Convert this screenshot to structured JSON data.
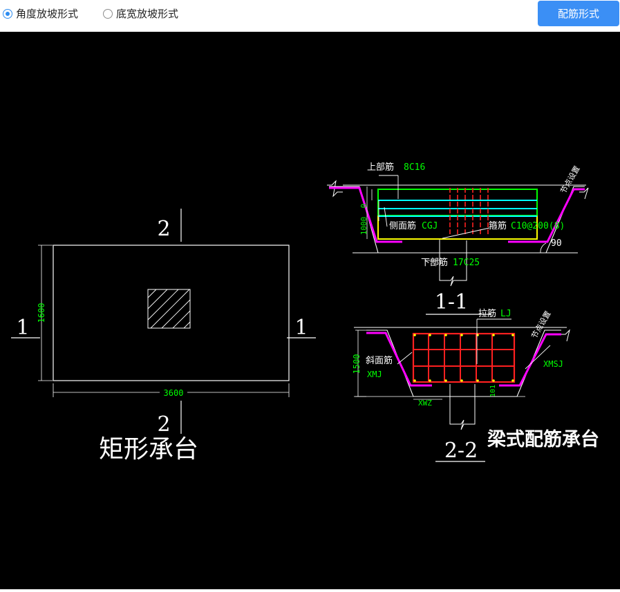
{
  "toolbar": {
    "options": [
      {
        "label": "角度放坡形式",
        "checked": true
      },
      {
        "label": "底宽放坡形式",
        "checked": false
      }
    ],
    "action_button": "配筋形式"
  },
  "drawing": {
    "rect_cap": {
      "title": "矩形承台",
      "section_1": "1",
      "section_2": "2",
      "width_dim": "3600",
      "height_dim": "1600"
    },
    "section_11": {
      "title": "1-1",
      "top_rebar_label": "上部筋",
      "top_rebar_value": "8C16",
      "side_rebar_label": "侧面筋",
      "side_rebar_value": "CGJ",
      "stirrup_label": "箍筋",
      "stirrup_value": "C10@200(8)",
      "bottom_rebar_label": "下部筋",
      "bottom_rebar_value": "17C25",
      "height_dim": "1000",
      "top_offset": "0",
      "angle": "90",
      "slope_note": "节点设置"
    },
    "section_22": {
      "title": "2-2",
      "tie_label": "拉筋",
      "tie_value": "LJ",
      "slope_label": "斜面筋",
      "slope_value": "XMJ",
      "height_dim": "1500",
      "bottom_width": "XWZ",
      "side_code": "XMSJ",
      "small_dim": "101",
      "slope_note": "节点设置"
    },
    "caption": "梁式配筋承台"
  },
  "colors": {
    "accent": "#3b8ff5",
    "cad_bg": "#000000",
    "cad_line": "#ffffff",
    "dim_text": "#00ff00",
    "rebar_red": "#ff2020",
    "rebar_magenta": "#ff00ff",
    "rebar_cyan": "#00ffff",
    "rebar_yellow": "#ffff00"
  }
}
